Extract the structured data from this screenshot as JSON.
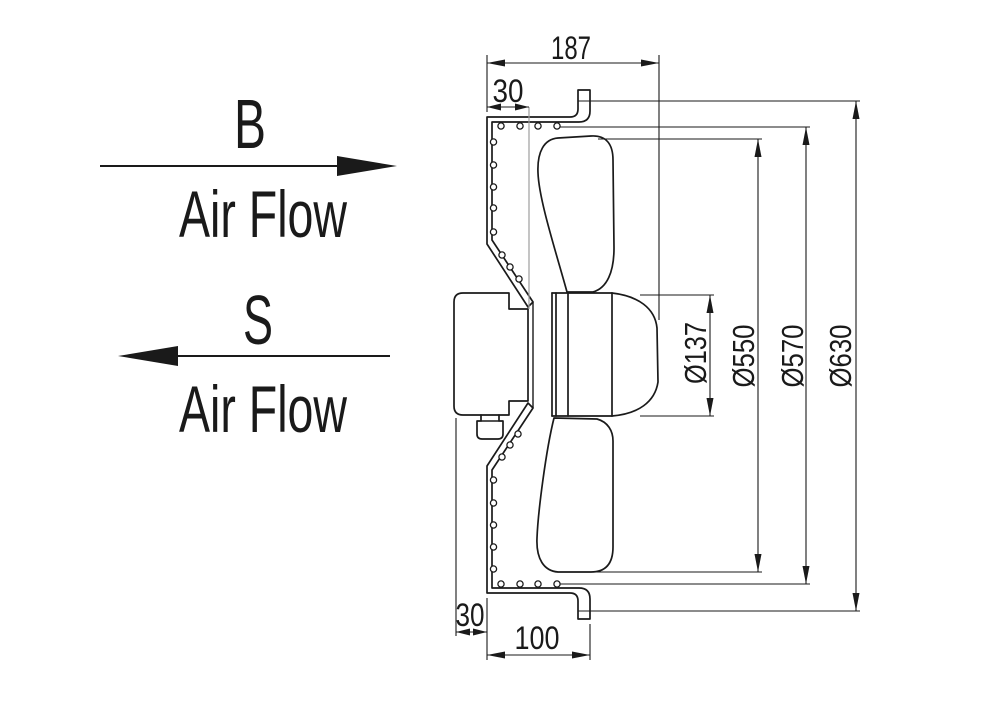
{
  "flow": {
    "b": {
      "label": "B",
      "caption": "Air Flow",
      "direction": "right"
    },
    "s": {
      "label": "S",
      "caption": "Air Flow",
      "direction": "left"
    }
  },
  "dimensions": {
    "total_depth": "187",
    "flange_inset_top": "30",
    "flange_depth": "100",
    "motor_rear_clearance": "30",
    "hub_diameter": "Ø137",
    "impeller_diameter": "Ø550",
    "inner_diameter": "Ø570",
    "overall_diameter": "Ø630"
  },
  "colors": {
    "line": "#1a1a1a",
    "construction_line": "#9e9e9e",
    "background": "#ffffff"
  }
}
